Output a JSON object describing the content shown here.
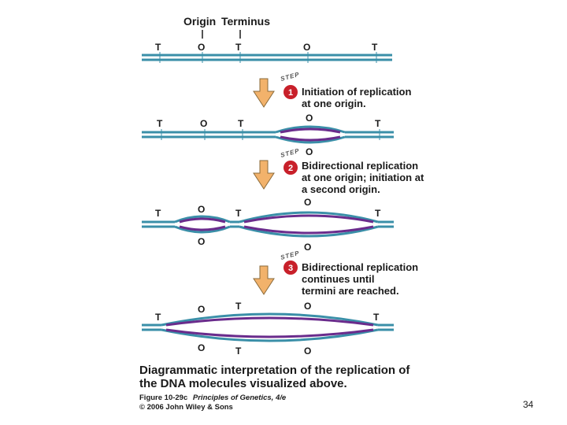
{
  "header": {
    "origin_label": "Origin",
    "terminus_label": "Terminus"
  },
  "site_labels": {
    "terminus": "T",
    "origin": "O"
  },
  "steps": [
    {
      "number": "1",
      "word": "STEP",
      "lines": [
        "Initiation of replication",
        "at one origin."
      ]
    },
    {
      "number": "2",
      "word": "STEP",
      "lines": [
        "Bidirectional replication",
        "at one origin; initiation at",
        "a second origin."
      ]
    },
    {
      "number": "3",
      "word": "STEP",
      "lines": [
        "Bidirectional replication",
        "continues until",
        "termini are reached."
      ]
    }
  ],
  "caption": {
    "line1": "Diagrammatic interpretation of the replication of",
    "line2": "the DNA molecules visualized above."
  },
  "credit": {
    "figure": "Figure 10-29c",
    "book": "Principles of Genetics, 4/e",
    "copyright": "© 2006 John Wiley & Sons"
  },
  "page_number": "34",
  "colors": {
    "parental_strand": "#3a8fa8",
    "new_strand": "#6a2c8c",
    "arrow_fill": "#f2b26b",
    "step_badge": "#c8202a"
  }
}
